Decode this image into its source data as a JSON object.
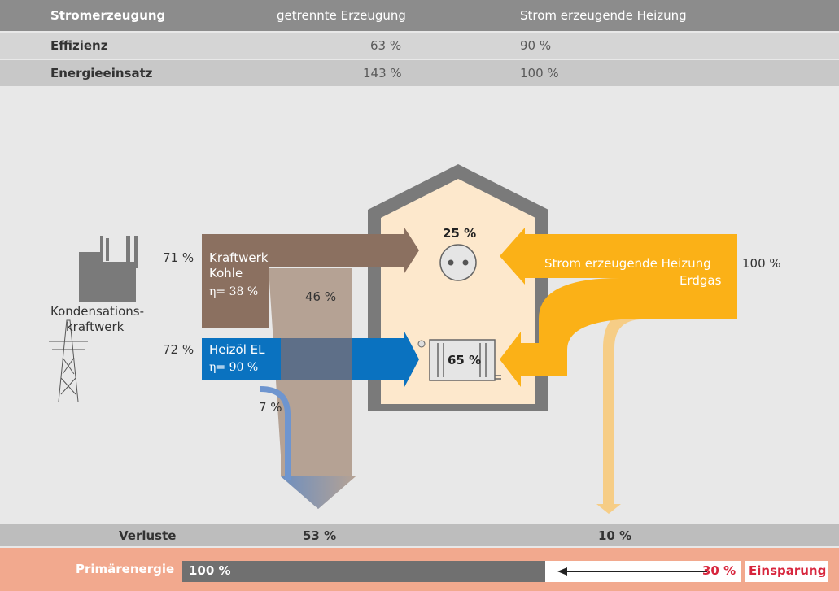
{
  "table": {
    "header": {
      "label": "Stromerzeugung",
      "col1": "getrennte Erzeugung",
      "col2": "Strom erzeugende Heizung"
    },
    "rows": [
      {
        "label": "Effizienz",
        "col1": "63 %",
        "col2": "90 %"
      },
      {
        "label": "Energieeinsatz",
        "col1": "143 %",
        "col2": "100 %"
      }
    ]
  },
  "diagram": {
    "plant_label_1": "Kondensations-",
    "plant_label_2": "kraftwerk",
    "coal": {
      "percent": "71 %",
      "name_1": "Kraftwerk",
      "name_2": "Kohle",
      "eta": "η= 38 %",
      "loss": "46 %"
    },
    "oil": {
      "percent": "72 %",
      "name": "Heizöl EL",
      "eta": "η= 90 %",
      "loss": "7 %"
    },
    "chp": {
      "percent": "100 %",
      "name_1": "Strom erzeugende Heizung",
      "name_2": "Erdgas"
    },
    "house": {
      "electricity": "25 %",
      "heat": "65 %"
    },
    "colors": {
      "coal": "#8b7060",
      "loss_coal": "#b5a294",
      "oil": "#0a72c0",
      "chp": "#fbb117",
      "chp_loss": "#f6cd86",
      "house": "#fde8cc",
      "roof": "#777777"
    }
  },
  "verluste": {
    "label": "Verluste",
    "separate": "53 %",
    "chp": "10 %"
  },
  "primary": {
    "label": "Primärenergie",
    "value": "100 %",
    "saving": "30 %",
    "saving_label": "Einsparung",
    "fill_fraction": 0.7
  }
}
